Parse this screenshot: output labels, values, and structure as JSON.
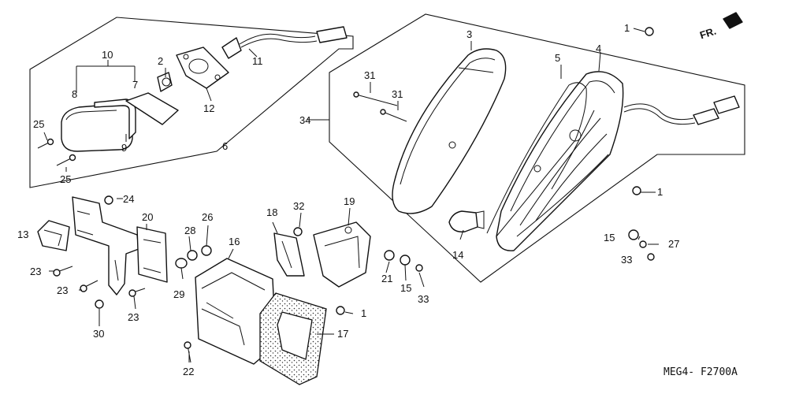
{
  "diagram": {
    "callouts": [
      "1",
      "2",
      "3",
      "4",
      "5",
      "6",
      "7",
      "8",
      "9",
      "10",
      "11",
      "12",
      "13",
      "14",
      "15",
      "16",
      "17",
      "18",
      "19",
      "20",
      "21",
      "22",
      "23",
      "24",
      "25",
      "26",
      "27",
      "28",
      "29",
      "30",
      "31",
      "32",
      "33",
      "34"
    ],
    "direction_label": "FR.",
    "diagram_code": "MEG4- F2700A"
  }
}
